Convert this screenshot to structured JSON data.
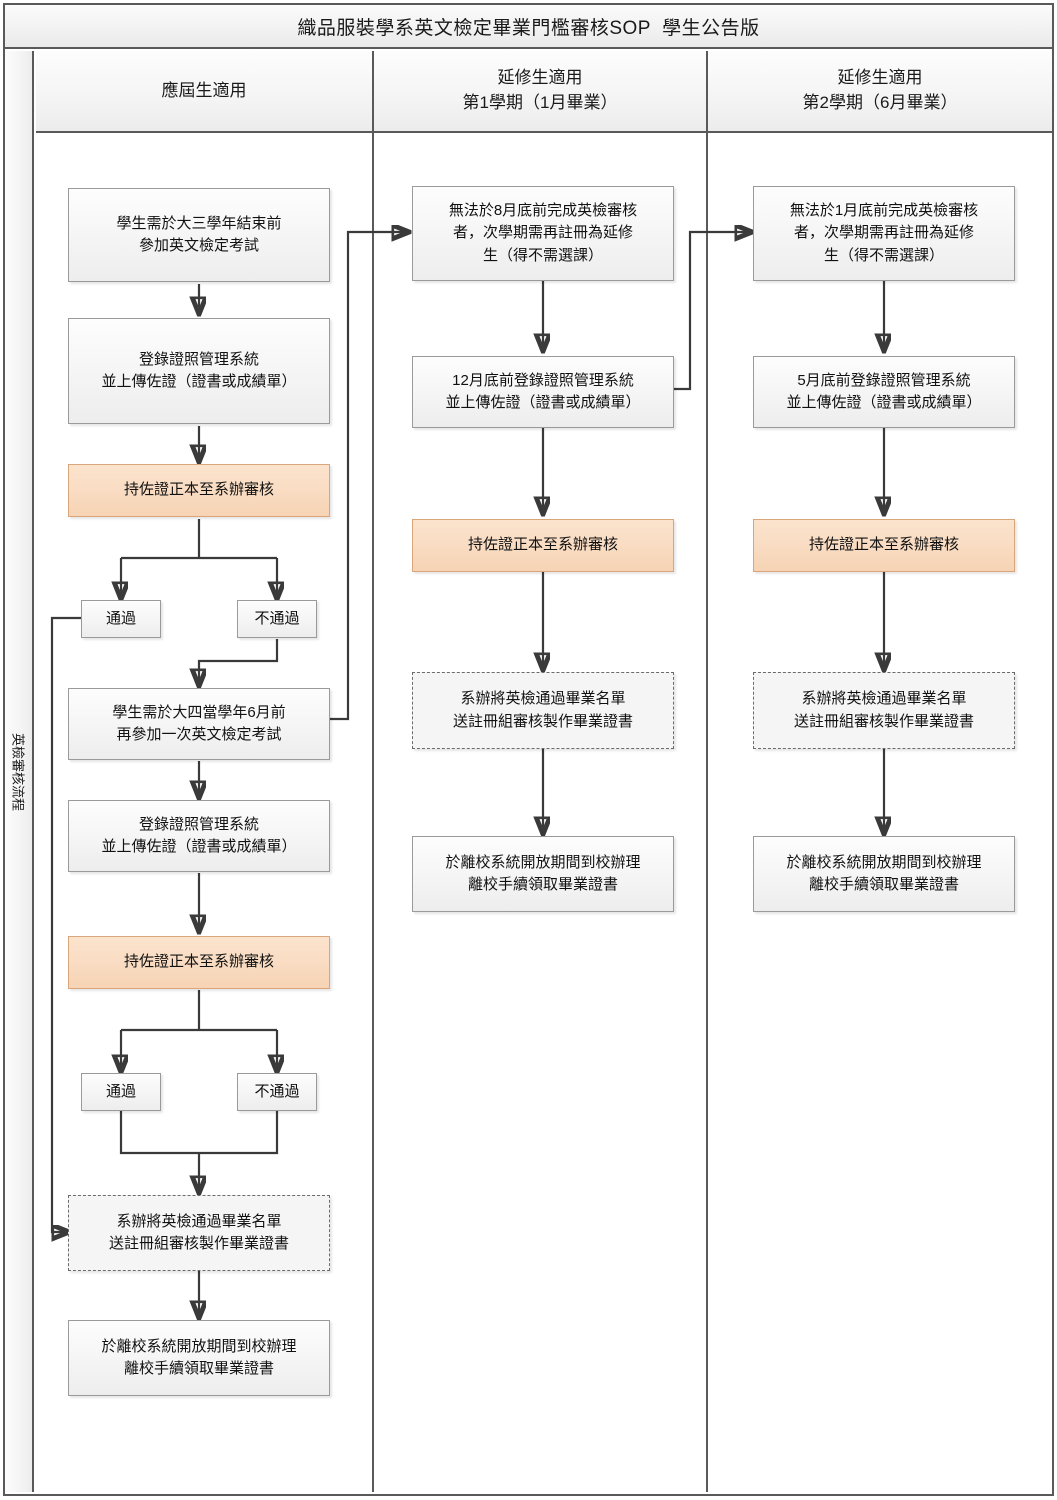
{
  "title": "織品服裝學系英文檢定畢業門檻審核SOP  學生公告版",
  "side_label": "英檢審核流程",
  "columns": [
    {
      "name": "current-students",
      "line1": "應屆生適用",
      "line2": ""
    },
    {
      "name": "extended-sem1",
      "line1": "延修生適用",
      "line2": "第1學期（1月畢業）"
    },
    {
      "name": "extended-sem2",
      "line1": "延修生適用",
      "line2": "第2學期（6月畢業）"
    }
  ],
  "col1": {
    "n1_l1": "學生需於大三學年結束前",
    "n1_l2": "參加英文檢定考試",
    "n2_l1": "登錄證照管理系統",
    "n2_l2": "並上傳佐證（證書或成績單）",
    "n3": "持佐證正本至系辦審核",
    "d1_pass": "通過",
    "d1_fail": "不通過",
    "n4_l1": "學生需於大四當學年6月前",
    "n4_l2": "再參加一次英文檢定考試",
    "n5_l1": "登錄證照管理系統",
    "n5_l2": "並上傳佐證（證書或成績單）",
    "n6": "持佐證正本至系辦審核",
    "d2_pass": "通過",
    "d2_fail": "不通過",
    "n7_l1": "系辦將英檢通過畢業名單",
    "n7_l2": "送註冊組審核製作畢業證書",
    "n8_l1": "於離校系統開放期間到校辦理",
    "n8_l2": "離校手續領取畢業證書"
  },
  "col2": {
    "n1_l1": "無法於8月底前完成英檢審核",
    "n1_l2": "者，次學期需再註冊為延修",
    "n1_l3": "生（得不需選課）",
    "n2_l1": "12月底前登錄證照管理系統",
    "n2_l2": "並上傳佐證（證書或成績單）",
    "n3": "持佐證正本至系辦審核",
    "n4_l1": "系辦將英檢通過畢業名單",
    "n4_l2": "送註冊組審核製作畢業證書",
    "n5_l1": "於離校系統開放期間到校辦理",
    "n5_l2": "離校手續領取畢業證書"
  },
  "col3": {
    "n1_l1": "無法於1月底前完成英檢審核",
    "n1_l2": "者，次學期需再註冊為延修",
    "n1_l3": "生（得不需選課）",
    "n2_l1": "5月底前登錄證照管理系統",
    "n2_l2": "並上傳佐證（證書或成績單）",
    "n3": "持佐證正本至系辦審核",
    "n4_l1": "系辦將英檢通過畢業名單",
    "n4_l2": "送註冊組審核製作畢業證書",
    "n5_l1": "於離校系統開放期間到校辦理",
    "n5_l2": "離校手續領取畢業證書"
  },
  "colors": {
    "accent_fill": "#f9ddc4",
    "accent_border": "#d9a679",
    "process_fill": "#f7f7f7",
    "process_border": "#9a9a9a",
    "frame": "#595959",
    "connector": "#3a3a3a"
  }
}
